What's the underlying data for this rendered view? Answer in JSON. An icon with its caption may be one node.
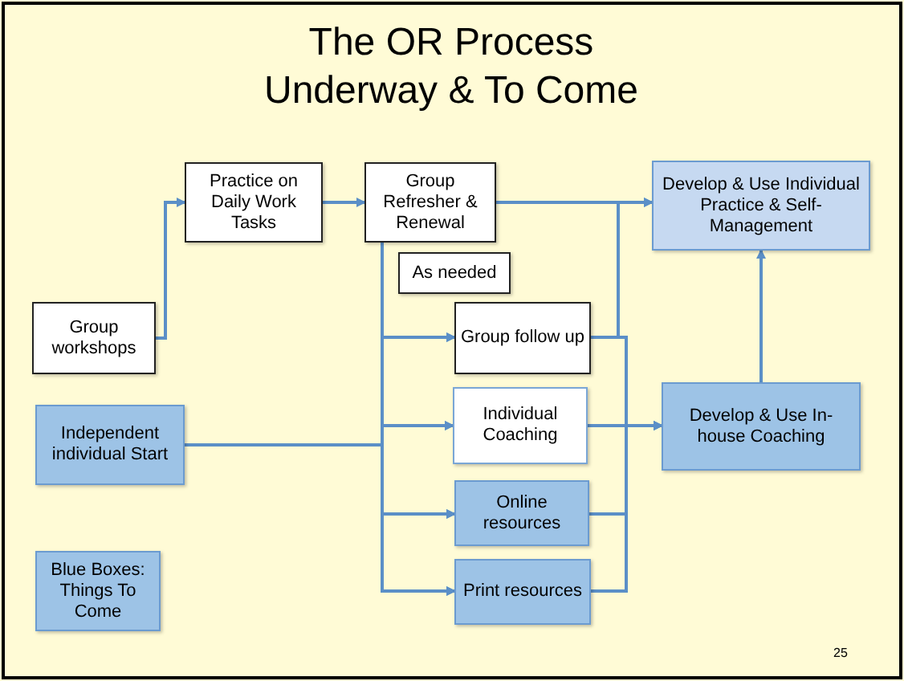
{
  "diagram": {
    "title": "The OR Process Underway & To Come",
    "nodes": [
      {
        "text": [
          "Group workshops"
        ]
      },
      {
        "text": [
          "Practice on Daily Work Tasks"
        ]
      },
      {
        "text": [
          "Group Refresher & Renewal"
        ]
      },
      {
        "text": [
          "As needed"
        ]
      },
      {
        "text": [
          "Develop & Use Individual Practice & Self-Management"
        ]
      },
      {
        "text": [
          "Independent individual Start"
        ]
      },
      {
        "text": [
          "Group follow up"
        ]
      },
      {
        "text": [
          "Individual Coaching"
        ]
      },
      {
        "text": [
          "Online resources"
        ]
      },
      {
        "text": [
          "Print resources"
        ]
      },
      {
        "text": [
          "Develop & Use In-house Coaching"
        ]
      },
      {
        "text": [
          "Blue Boxes: Things To Come"
        ]
      }
    ],
    "edges": [
      {
        "from": 0,
        "to": 1,
        "arrow": "to"
      },
      {
        "from": 1,
        "to": 2,
        "arrow": "to"
      },
      {
        "from": 2,
        "to": 4,
        "arrow": "to"
      },
      {
        "from": 2,
        "to": 6,
        "arrow": "to"
      },
      {
        "from": 2,
        "to": 7,
        "arrow": "to"
      },
      {
        "from": 2,
        "to": 8,
        "arrow": "to"
      },
      {
        "from": 2,
        "to": 9,
        "arrow": "to"
      },
      {
        "from": 5,
        "to": 6,
        "arrow": "to"
      },
      {
        "from": 5,
        "to": 7,
        "arrow": "to"
      },
      {
        "from": 5,
        "to": 8,
        "arrow": "to"
      },
      {
        "from": 5,
        "to": 9,
        "arrow": "to"
      },
      {
        "from": 6,
        "to": 4,
        "arrow": "to"
      },
      {
        "from": 6,
        "to": 10,
        "arrow": "to"
      },
      {
        "from": 7,
        "to": 10,
        "arrow": "to"
      },
      {
        "from": 8,
        "to": 10,
        "arrow": "to"
      },
      {
        "from": 9,
        "to": 10,
        "arrow": "to"
      },
      {
        "from": 10,
        "to": 4,
        "arrow": "to"
      }
    ],
    "labels": [
      "25"
    ]
  }
}
